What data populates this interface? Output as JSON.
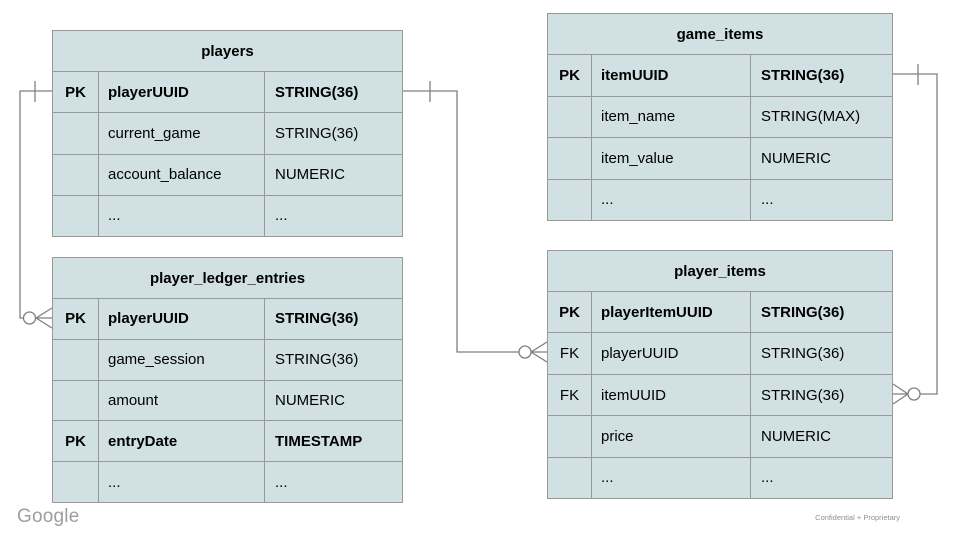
{
  "branding": {
    "logo_text": "Google",
    "footer_note": "Confidential + Proprietary"
  },
  "colors": {
    "table_fill": "#d0e0e3",
    "table_border": "#999999",
    "connector_line": "#7f7f7f",
    "logo_gray": "#9e9e9e",
    "footer_gray": "#8f8f8f"
  },
  "tables": [
    {
      "id": "players",
      "title": "players",
      "rows": [
        {
          "key": "PK",
          "name": "playerUUID",
          "type": "STRING(36)",
          "bold": true
        },
        {
          "key": "",
          "name": "current_game",
          "type": "STRING(36)",
          "bold": false
        },
        {
          "key": "",
          "name": "account_balance",
          "type": "NUMERIC",
          "bold": false
        },
        {
          "key": "",
          "name": "...",
          "type": "...",
          "bold": false
        }
      ]
    },
    {
      "id": "player_ledger_entries",
      "title": "player_ledger_entries",
      "rows": [
        {
          "key": "PK",
          "name": "playerUUID",
          "type": "STRING(36)",
          "bold": true
        },
        {
          "key": "",
          "name": "game_session",
          "type": "STRING(36)",
          "bold": false
        },
        {
          "key": "",
          "name": "amount",
          "type": "NUMERIC",
          "bold": false
        },
        {
          "key": "PK",
          "name": "entryDate",
          "type": "TIMESTAMP",
          "bold": true
        },
        {
          "key": "",
          "name": "...",
          "type": "...",
          "bold": false
        }
      ]
    },
    {
      "id": "game_items",
      "title": "game_items",
      "rows": [
        {
          "key": "PK",
          "name": "itemUUID",
          "type": "STRING(36)",
          "bold": true
        },
        {
          "key": "",
          "name": "item_name",
          "type": "STRING(MAX)",
          "bold": false
        },
        {
          "key": "",
          "name": "item_value",
          "type": "NUMERIC",
          "bold": false
        },
        {
          "key": "",
          "name": "...",
          "type": "...",
          "bold": false
        }
      ]
    },
    {
      "id": "player_items",
      "title": "player_items",
      "rows": [
        {
          "key": "PK",
          "name": "playerItemUUID",
          "type": "STRING(36)",
          "bold": true
        },
        {
          "key": "FK",
          "name": "playerUUID",
          "type": "STRING(36)",
          "bold": false
        },
        {
          "key": "FK",
          "name": "itemUUID",
          "type": "STRING(36)",
          "bold": false
        },
        {
          "key": "",
          "name": "price",
          "type": "NUMERIC",
          "bold": false
        },
        {
          "key": "",
          "name": "...",
          "type": "...",
          "bold": false
        }
      ]
    }
  ],
  "relationships": [
    {
      "from": "players.playerUUID",
      "to": "player_ledger_entries.playerUUID",
      "from_cardinality": "one",
      "to_cardinality": "zero-or-many"
    },
    {
      "from": "players.playerUUID",
      "to": "player_items.playerUUID",
      "from_cardinality": "one",
      "to_cardinality": "zero-or-many"
    },
    {
      "from": "game_items.itemUUID",
      "to": "player_items.itemUUID",
      "from_cardinality": "one",
      "to_cardinality": "zero-or-many"
    }
  ]
}
